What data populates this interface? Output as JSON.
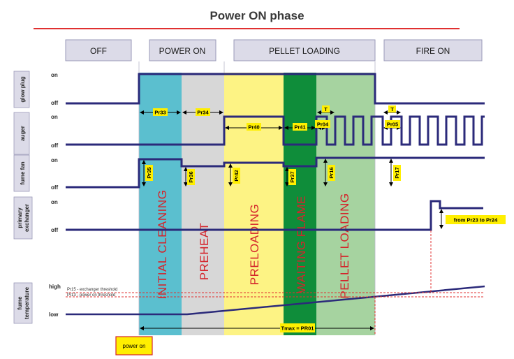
{
  "title": "Power ON phase",
  "phases": [
    "OFF",
    "POWER ON",
    "PELLET LOADING",
    "FIRE ON"
  ],
  "rows": [
    {
      "label": "glow plug",
      "states": [
        "on",
        "off"
      ]
    },
    {
      "label": "auger",
      "states": [
        "on",
        "off"
      ]
    },
    {
      "label": "fume fan",
      "states": [
        "on",
        "off"
      ]
    },
    {
      "label_lines": [
        "primary",
        "exchanger"
      ],
      "states": [
        "on",
        "off"
      ]
    },
    {
      "label_lines": [
        "fume",
        "temperature"
      ],
      "states": [
        "high",
        "low"
      ]
    }
  ],
  "stages": [
    "INITIAL CLEANING",
    "PREHEAT",
    "PRELOADING",
    "WAITING FLAME",
    "PELLET LOADING"
  ],
  "stage_colors": [
    "#5bbfcf",
    "#d7d7d7",
    "#fdf384",
    "#0f8d3a",
    "#a6d3a0"
  ],
  "params": {
    "pr33": "Pr33",
    "pr34": "Pr34",
    "pr40": "Pr40",
    "pr41": "Pr41",
    "pr04": "Pr04",
    "pr05": "Pr05",
    "t1": "T",
    "t2": "T",
    "pr35": "Pr35",
    "pr36": "Pr36",
    "pr42": "Pr42",
    "pr37": "Pr37",
    "pr16": "Pr16",
    "pr17": "Pr17",
    "exchanger_range": "from Pr23 to Pr24",
    "tmax": "Tmax = PR01"
  },
  "thresholds": [
    "Pr15 - exchanger threshold",
    "Pr13 - power on threshold"
  ],
  "power_on_button": "power on",
  "colors": {
    "signal": "#2b2a7a",
    "highlight": "#ffef00",
    "title_rule": "#e03030",
    "threshold": "#e03030"
  }
}
